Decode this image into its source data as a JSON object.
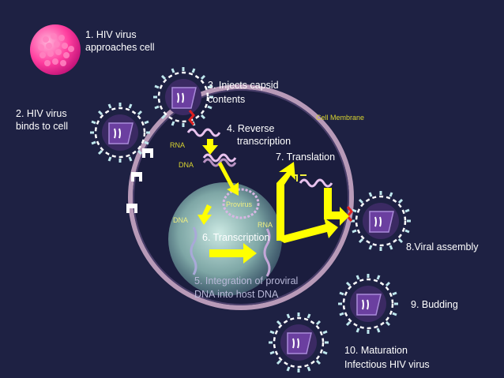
{
  "steps": {
    "s1_line1": "1. HIV virus",
    "s1_line2": "approaches cell",
    "s2_line1": "2. HIV virus",
    "s2_line2": "binds to cell",
    "s3_line1": "3. Injects capsid",
    "s3_line2": "contents",
    "s4_line1": "4. Reverse",
    "s4_line2": "transcription",
    "s5_line1": "5. Integration of proviral",
    "s5_line2": "DNA into host DNA",
    "s6": "6. Transcription",
    "s7": "7. Translation",
    "s8": "8.Viral assembly",
    "s9": "9. Budding",
    "s10_line1": "10. Maturation",
    "s10_line2": "Infectious HIV virus"
  },
  "small_labels": {
    "cell_membrane": "Cell Membrane",
    "rna_1": "RNA",
    "dna_1": "DNA",
    "provirus": "Provirus",
    "dna_2": "DNA",
    "rna_2": "RNA"
  },
  "colors": {
    "background": "#1e2143",
    "membrane": "#b89ab8",
    "arrow": "#ffff00",
    "virus_core": "#6b3fa0",
    "spikes": "#bfe8ee",
    "free_virus": "#ff4da6"
  }
}
